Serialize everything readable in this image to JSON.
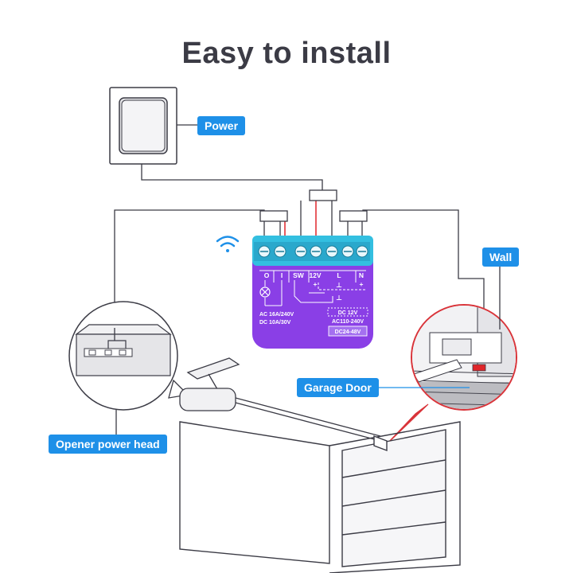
{
  "title": "Easy to install",
  "labels": {
    "power": "Power",
    "wall": "Wall",
    "garage_door": "Garage Door",
    "opener_power_head": "Opener power head"
  },
  "device": {
    "terminals": [
      "O",
      "I",
      "SW",
      "12V",
      "L",
      "N"
    ],
    "plus_left": "+",
    "plus_right": "+",
    "ground_top": "⊥",
    "ground_bottom": "⊥",
    "rating_ac": "AC 16A/240V",
    "rating_dc": "DC 10A/30V",
    "supply_dc12": "DC 12V",
    "supply_ac": "AC110-240V",
    "supply_dc24": "DC24-48V"
  },
  "colors": {
    "accent": "#1e90e8",
    "device_purple": "#8a3fe6",
    "terminal_teal": "#2fb8d8",
    "wire_red": "#e0262a",
    "outline": "#3b3b45",
    "zoom_red": "#d9343a",
    "title": "#3b3b45"
  },
  "icons": [
    "wifi-icon",
    "lamp-icon"
  ]
}
